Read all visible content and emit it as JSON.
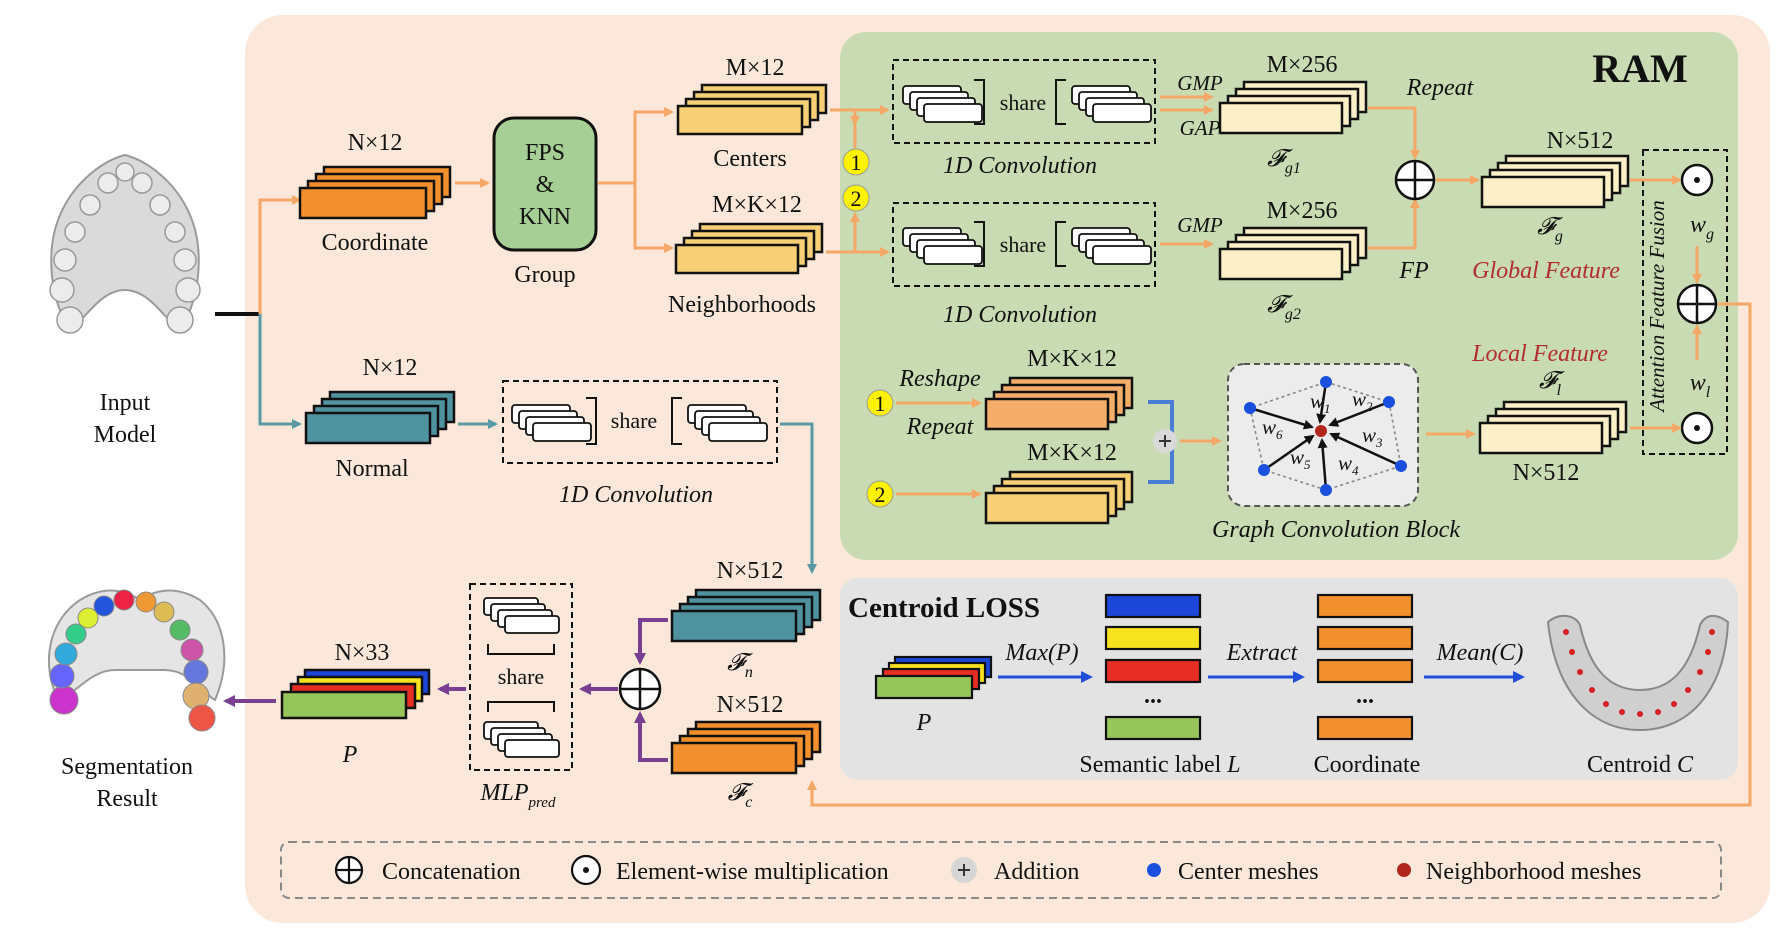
{
  "input": {
    "line1": "Input",
    "line2": "Model"
  },
  "output": {
    "line1": "Segmentation",
    "line2": "Result"
  },
  "coordinate": {
    "dim": "N×12",
    "label": "Coordinate"
  },
  "normal": {
    "dim": "N×12",
    "label": "Normal"
  },
  "group": {
    "line1": "FPS",
    "line2": "&",
    "line3": "KNN",
    "label": "Group"
  },
  "centers": {
    "dim": "M×12",
    "label": "Centers"
  },
  "neighborhoods": {
    "dim": "M×K×12",
    "label": "Neighborhoods"
  },
  "markers": {
    "one": "1",
    "two": "2"
  },
  "share": "share",
  "conv_label": "1D Convolution",
  "ram": {
    "title": "RAM",
    "gmp": "GMP",
    "gap": "GAP",
    "fg1": {
      "dim": "M×256",
      "symbol": "𝓕",
      "sub": "g1"
    },
    "fg2": {
      "dim": "M×256",
      "symbol": "𝓕",
      "sub": "g2"
    },
    "repeat": "Repeat",
    "fp": "FP",
    "fg": {
      "dim": "N×512",
      "symbol": "𝓕",
      "sub": "g"
    },
    "global_feature": "Global Feature",
    "local_feature": "Local Feature",
    "fl": {
      "dim": "N×512",
      "symbol": "𝓕",
      "sub": "l"
    },
    "reshape": "Reshape",
    "repeat2": "Repeat",
    "local1_dim": "M×K×12",
    "local2_dim": "M×K×12",
    "graph_block": "Graph Convolution Block",
    "weights": [
      "w",
      "w",
      "w",
      "w",
      "w",
      "w"
    ],
    "weight_subs": [
      "1",
      "2",
      "3",
      "4",
      "5",
      "6"
    ],
    "fusion": "Attention Feature Fusion",
    "wg": "w",
    "wg_sub": "g",
    "wl": "w",
    "wl_sub": "l"
  },
  "fn": {
    "dim": "N×512",
    "symbol": "𝓕",
    "sub": "n"
  },
  "fc": {
    "dim": "N×512",
    "symbol": "𝓕",
    "sub": "c"
  },
  "mlp": {
    "label": "MLP",
    "sub": "pred",
    "share": "share"
  },
  "pred": {
    "dim": "N×33",
    "label": "P"
  },
  "centroid": {
    "title": "Centroid LOSS",
    "p_label": "P",
    "max": "Max(P)",
    "extract": "Extract",
    "mean": "Mean(C)",
    "dots": "...",
    "semantic": "Semantic label",
    "semantic_var": "L",
    "coordinate": "Coordinate",
    "centroid": "Centroid",
    "centroid_var": "C"
  },
  "legend": {
    "concat": "Concatenation",
    "mult": "Element-wise multiplication",
    "add": "Addition",
    "center": "Center meshes",
    "neighbor": "Neighborhood meshes"
  },
  "colors": {
    "panel": "#fce8da",
    "ram": "#c9dbb2",
    "loss": "#e3e3e3",
    "orange_arrow": "#f5a865",
    "teal": "#5a98a3",
    "purple": "#7b3f91",
    "blue": "#1f4fd9",
    "coord": "#f2902e",
    "center": "#f7cf77",
    "feature": "#fdf0c8"
  }
}
